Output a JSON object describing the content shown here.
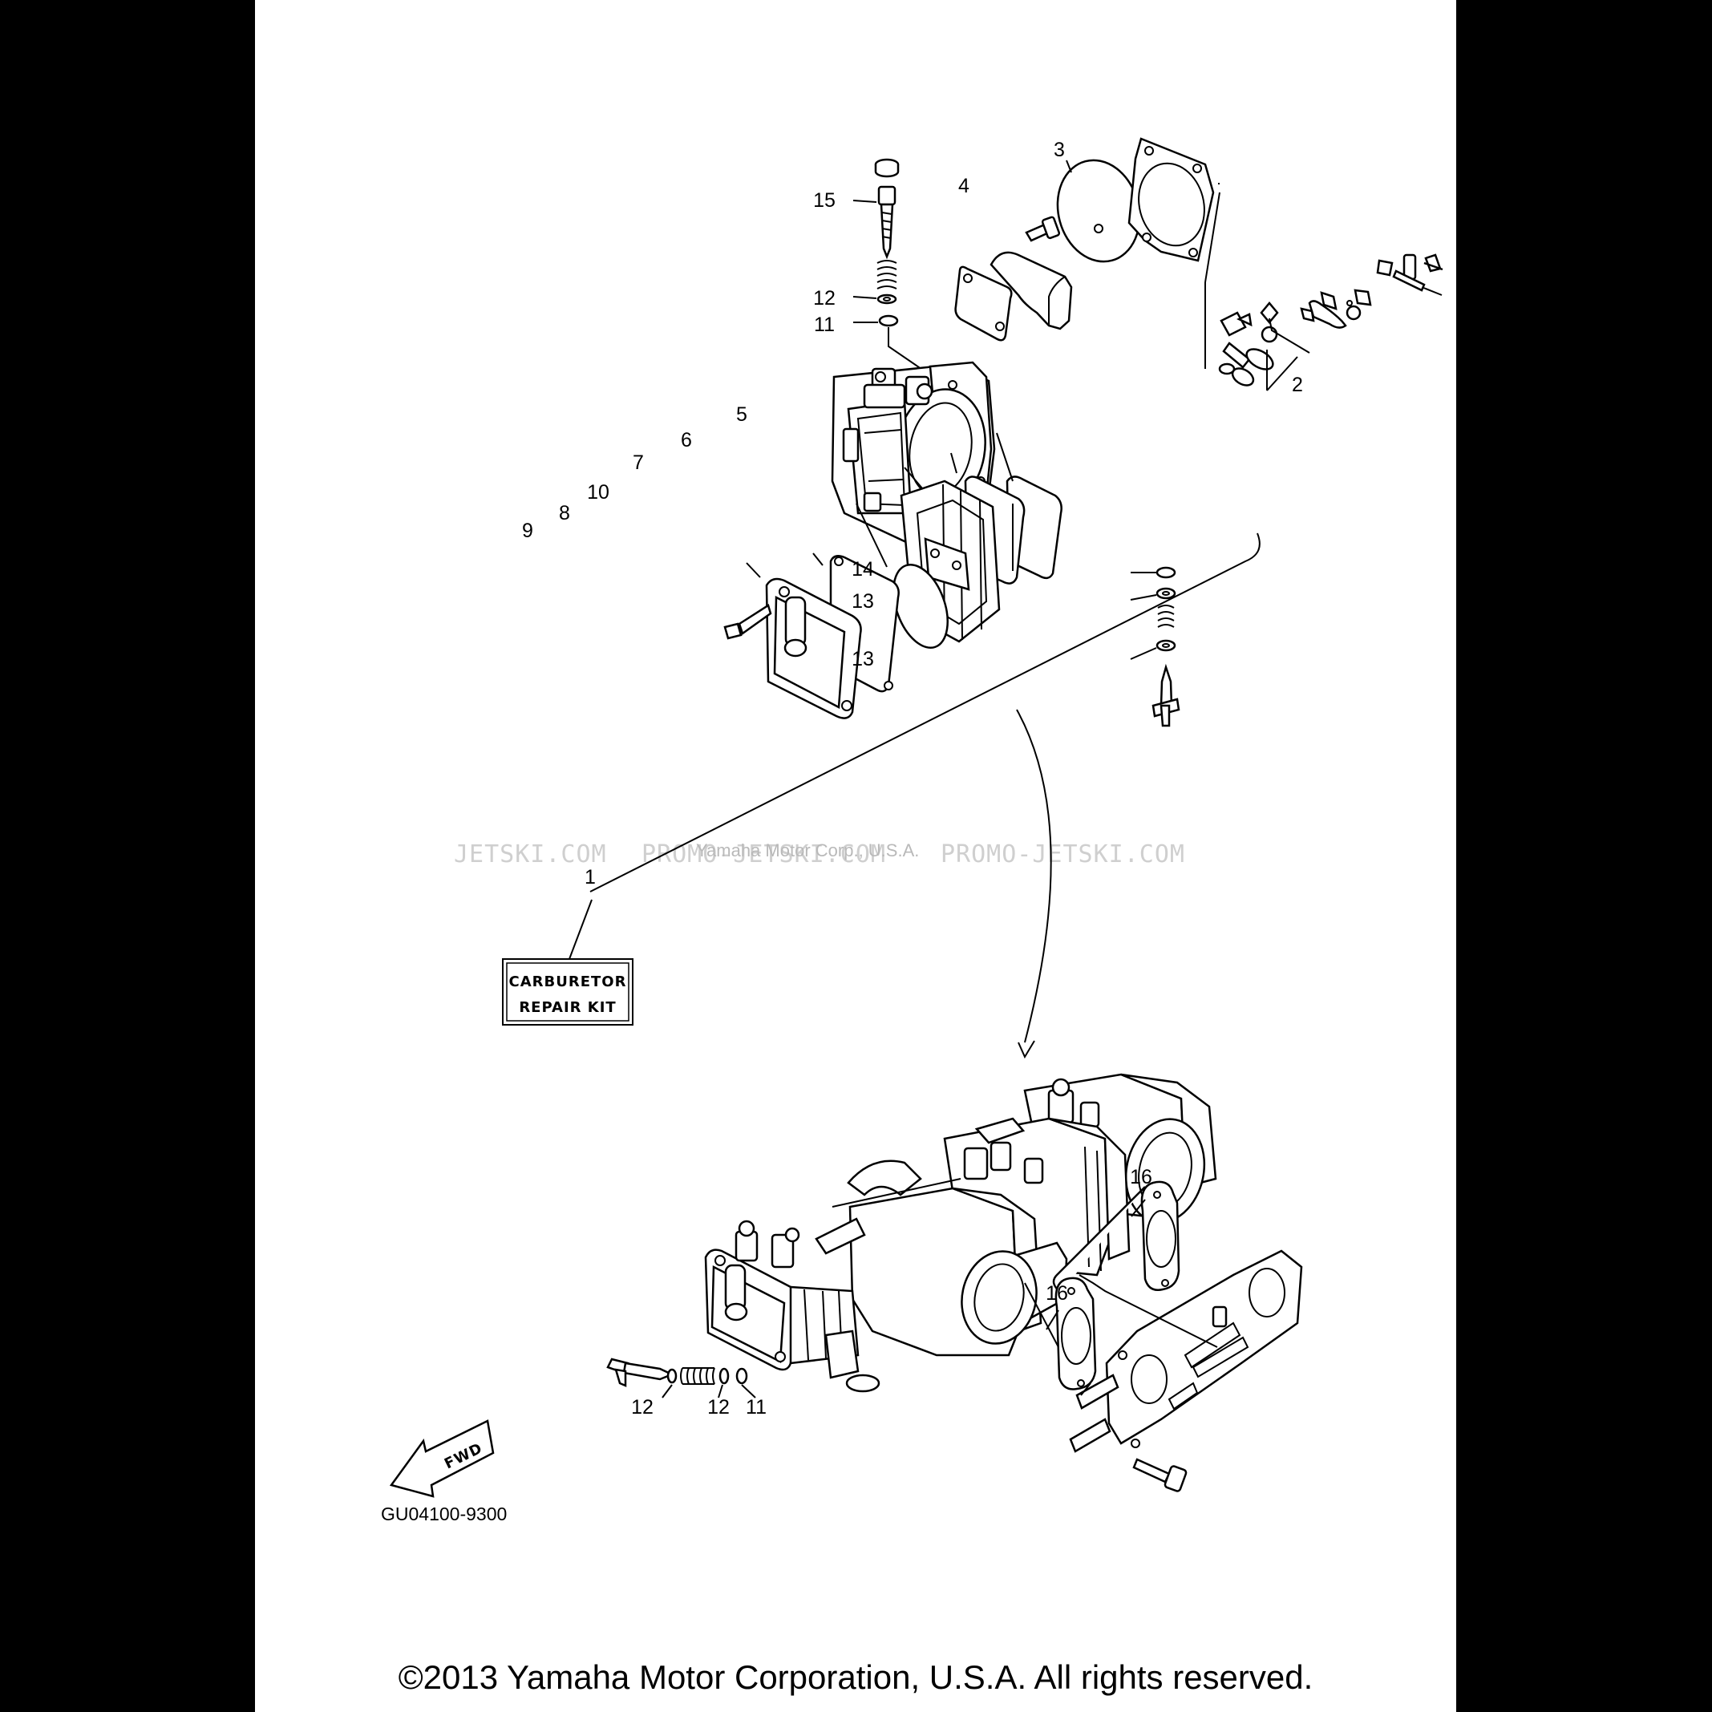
{
  "callouts": {
    "c1": "1",
    "c2": "2",
    "c3": "3",
    "c4": "4",
    "c5": "5",
    "c6": "6",
    "c7": "7",
    "c8": "8",
    "c9": "9",
    "c10": "10",
    "c11a": "11",
    "c12a": "12",
    "c15": "15",
    "c14": "14",
    "c13a": "13",
    "c13b": "13",
    "c16a": "16",
    "c16b": "16",
    "c12b": "12",
    "c12c": "12",
    "c11b": "11"
  },
  "kit_label": {
    "line1": "CARBURETOR",
    "line2": "REPAIR KIT"
  },
  "fwd_label": "FWD",
  "diagram_code": "GU04100-9300",
  "watermark": {
    "left": "JETSKI.COM",
    "mid": "PROMO-JETSKI.COM",
    "right": "PROMO-JETSKI.COM",
    "overlay": "Yamaha Motor Corp., U.S.A."
  },
  "copyright": "©2013 Yamaha Motor Corporation, U.S.A. All rights reserved.",
  "colors": {
    "sheet": "#ffffff",
    "frame": "#000000",
    "ink": "#000000"
  }
}
